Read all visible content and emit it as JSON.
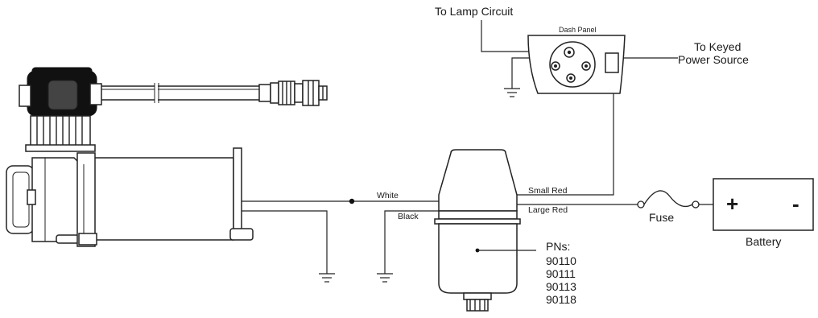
{
  "labels": {
    "lamp_circuit": "To Lamp Circuit",
    "dash_panel": "Dash Panel",
    "keyed_power_line1": "To Keyed",
    "keyed_power_line2": "Power Source",
    "white": "White",
    "black": "Black",
    "small_red": "Small Red",
    "large_red": "Large Red",
    "fuse": "Fuse",
    "battery": "Battery",
    "battery_plus": "+",
    "battery_minus": "-",
    "pns_title": "PNs:",
    "part_numbers": [
      "90110",
      "90111",
      "90113",
      "90118"
    ]
  }
}
